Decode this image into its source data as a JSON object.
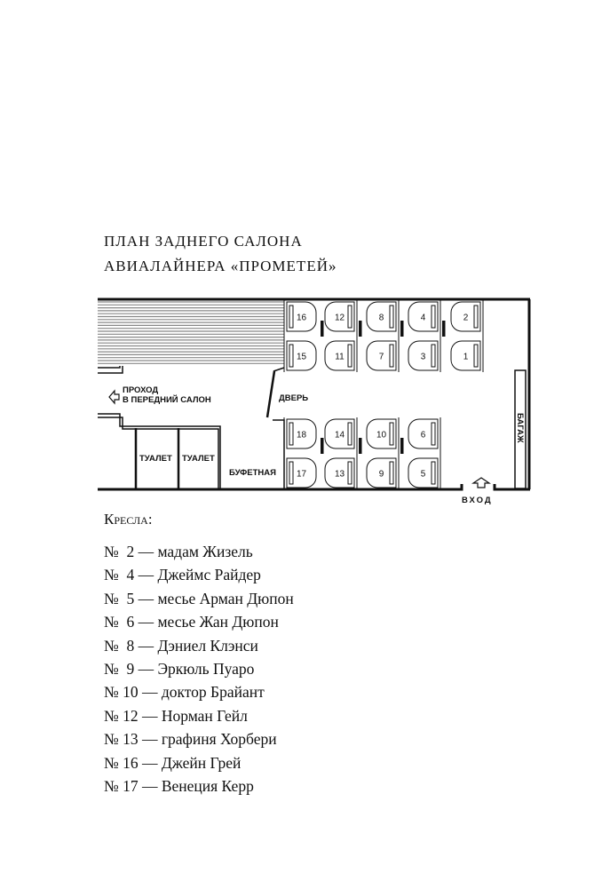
{
  "title": {
    "line1": "ПЛАН ЗАДНЕГО САЛОНА",
    "line2": "АВИАЛАЙНЕРА «ПРОМЕТЕЙ»"
  },
  "diagram": {
    "passage_line1": "ПРОХОД",
    "passage_line2": "В ПЕРЕДНИЙ САЛОН",
    "door": "ДВЕРЬ",
    "toilet": "ТУАЛЕТ",
    "buffet": "БУФЕТНАЯ",
    "baggage": "БАГАЖ",
    "entrance": "ВХОД",
    "seats_top_row1": [
      "16",
      "12",
      "8",
      "4",
      "2"
    ],
    "seats_top_row2": [
      "15",
      "11",
      "7",
      "3",
      "1"
    ],
    "seats_bottom_row1": [
      "18",
      "14",
      "10",
      "6"
    ],
    "seats_bottom_row2": [
      "17",
      "13",
      "9",
      "5"
    ]
  },
  "legend": {
    "heading": "Кресла:",
    "entries": [
      "№  2 — мадам Жизель",
      "№  4 — Джеймс Райдер",
      "№  5 — месье Арман Дюпон",
      "№  6 — месье Жан Дюпон",
      "№  8 — Дэниел Клэнси",
      "№  9 — Эркюль Пуаро",
      "№ 10 — доктор Брайант",
      "№ 12 — Норман Гейл",
      "№ 13 — графиня Хорбери",
      "№ 16 — Джейн Грей",
      "№ 17 — Венеция Керр"
    ]
  }
}
